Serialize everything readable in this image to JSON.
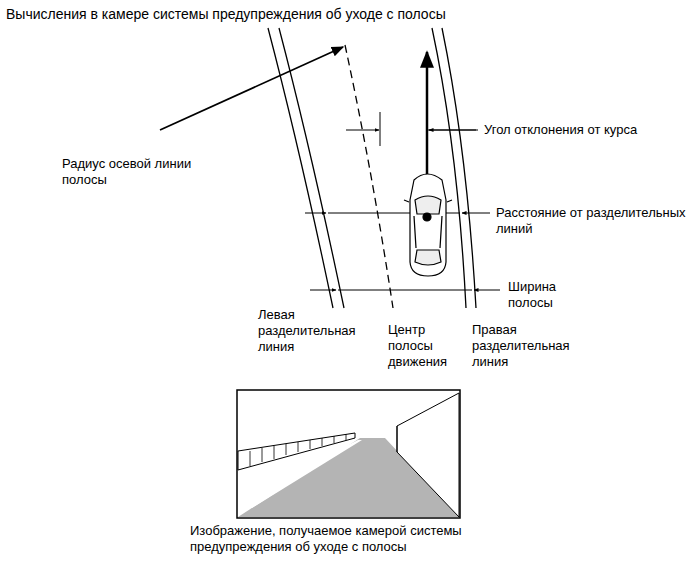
{
  "diagram": {
    "title": "Вычисления в камере системы предупреждения об уходе с полосы",
    "caption": "Изображение, получаемое камерой системы предупреждения об уходе с полосы",
    "labels": [
      "Радиус осевой линии полосы",
      "Угол отклонения от курса",
      "Расстояние от разделительных линий",
      "Ширина полосы",
      "Левая разделительная линия",
      "Центр полосы движения",
      "Правая разделительная линия"
    ]
  }
}
